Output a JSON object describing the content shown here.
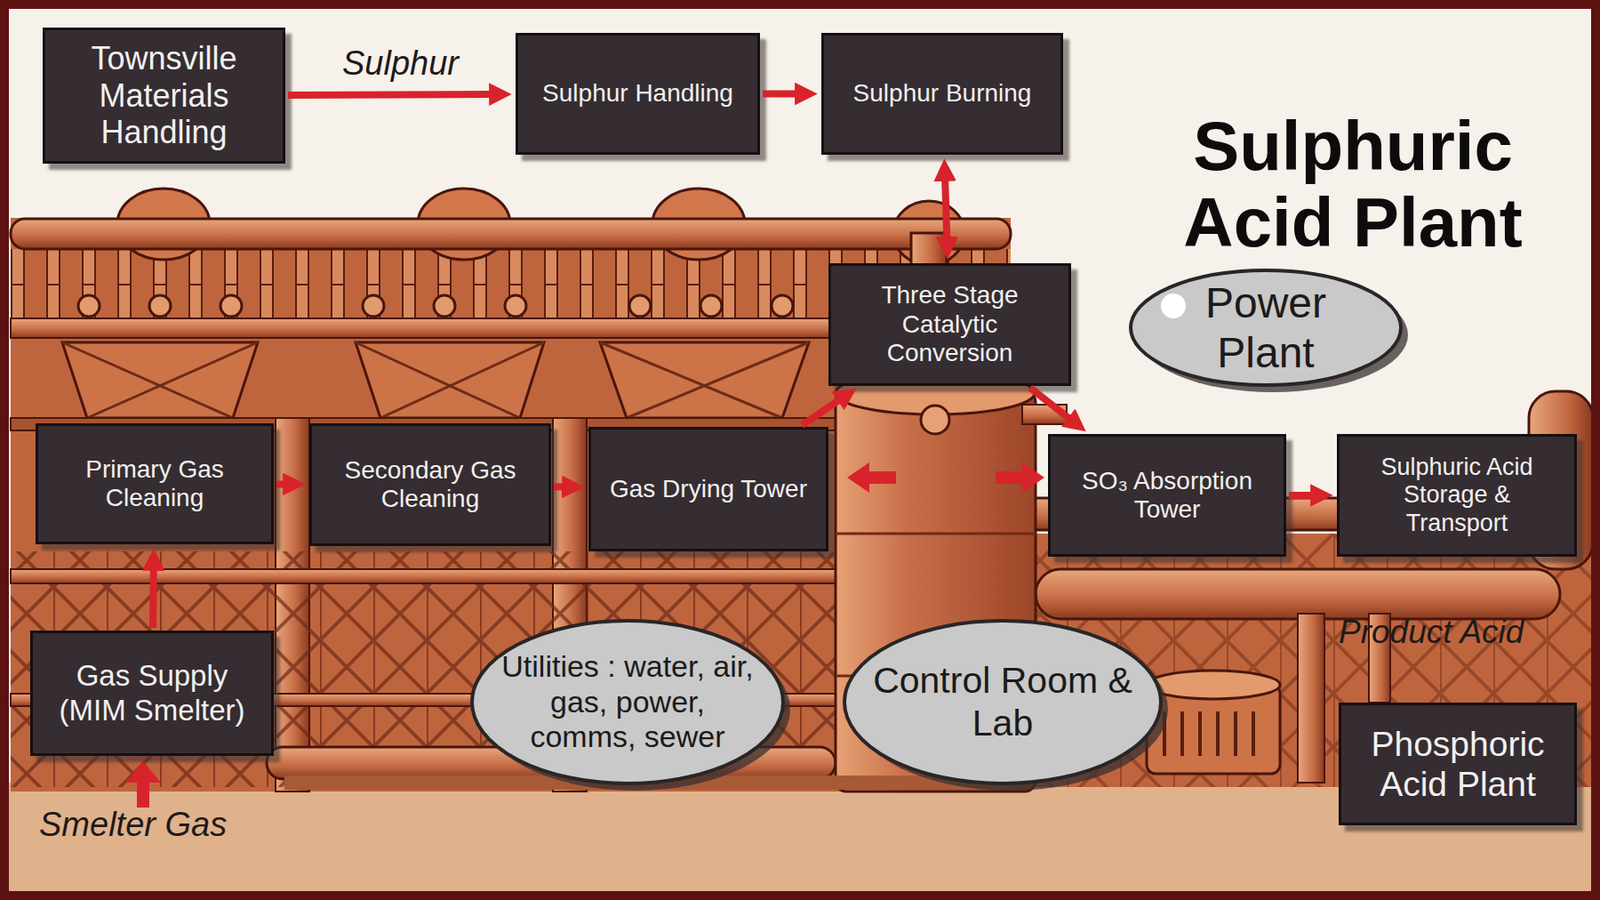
{
  "diagram": {
    "title": "Sulphuric Acid Plant",
    "nodes": [
      {
        "text": [
          "Townsville Materials Handling"
        ]
      },
      {
        "text": [
          "Sulphur Handling"
        ]
      },
      {
        "text": [
          "Sulphur Burning"
        ]
      },
      {
        "text": [
          "Three Stage Catalytic Conversion"
        ]
      },
      {
        "text": [
          "Power Plant"
        ]
      },
      {
        "text": [
          "Primary Gas Cleaning"
        ]
      },
      {
        "text": [
          "Secondary Gas Cleaning"
        ]
      },
      {
        "text": [
          "Gas Drying Tower"
        ]
      },
      {
        "text": [
          "SO₃ Absorption Tower"
        ]
      },
      {
        "text": [
          "Sulphuric Acid Storage & Transport"
        ]
      },
      {
        "text": [
          "Gas Supply (MIM Smelter)"
        ]
      },
      {
        "text": [
          "Utilities : water, air, gas, power, comms, sewer"
        ]
      },
      {
        "text": [
          "Control Room & Lab"
        ]
      },
      {
        "text": [
          "Phosphoric Acid Plant"
        ]
      }
    ],
    "edges": [
      {
        "from": 0,
        "to": 1,
        "label": "Sulphur",
        "arrow": "to"
      },
      {
        "from": 1,
        "to": 2,
        "arrow": "to"
      },
      {
        "from": 2,
        "to": 3,
        "arrow": "both"
      },
      {
        "from": 10,
        "to": 5,
        "arrow": "to"
      },
      {
        "from": 5,
        "to": 6,
        "arrow": "to"
      },
      {
        "from": 6,
        "to": 7,
        "arrow": "to"
      },
      {
        "from": 7,
        "to": 3,
        "arrow": "to"
      },
      {
        "from": 3,
        "to": 8,
        "arrow": "to"
      },
      {
        "from": 8,
        "to": 9,
        "arrow": "to"
      }
    ],
    "labels": [
      "Product Acid",
      "Smelter Gas"
    ]
  }
}
